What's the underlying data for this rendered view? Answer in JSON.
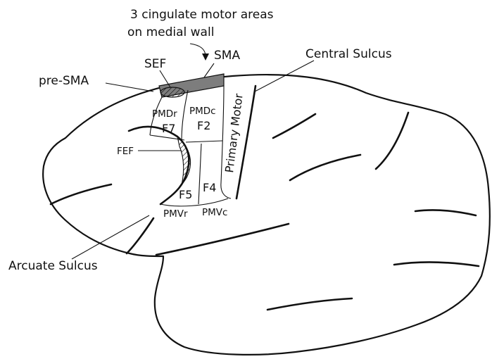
{
  "labels": {
    "cingulate_line1": "3 cingulate motor areas",
    "cingulate_line2": "on medial wall",
    "sma": "SMA",
    "sef": "SEF",
    "pre_sma": "pre-SMA",
    "central_sulcus": "Central Sulcus",
    "pmdr": "PMDr",
    "f7": "F7",
    "pmdc": "PMDc",
    "f2": "F2",
    "primary_motor": "Primary Motor",
    "fef": "FEF",
    "f5": "F5",
    "f4": "F4",
    "pmvr": "PMVr",
    "pmvc": "PMVc",
    "arcuate_sulcus": "Arcuate Sulcus"
  },
  "colors": {
    "sma_fill": "#7d7d7d",
    "outline": "#111111",
    "background": "#ffffff"
  }
}
